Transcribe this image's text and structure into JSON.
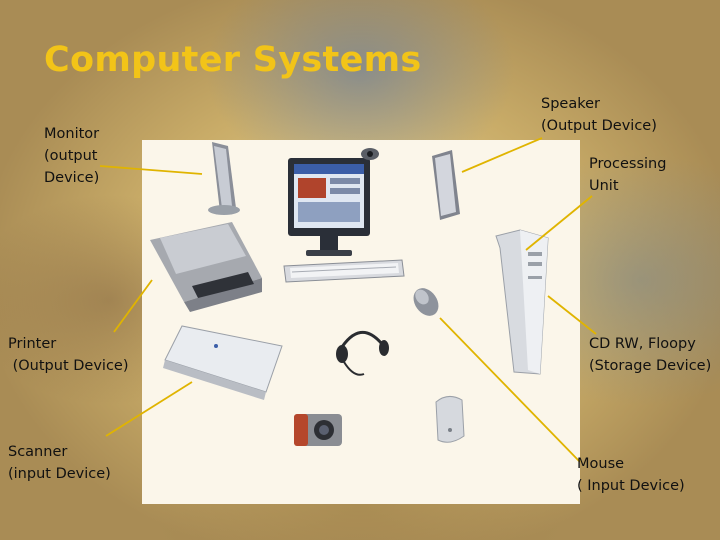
{
  "title": "Computer Systems",
  "labels": {
    "monitor": "Monitor\n(output\nDevice)",
    "speaker": "Speaker\n(Output Device)",
    "processing": "Processing\nUnit",
    "printer": "Printer\n (Output Device)",
    "cdrw": "CD RW, Floopy\n(Storage Device)",
    "scanner": "Scanner\n(input Device)",
    "mouse": "Mouse\n( Input Device)"
  },
  "colors": {
    "title": "#f2c418",
    "connector": "#e0b400",
    "panel": "#fbf6ea"
  }
}
